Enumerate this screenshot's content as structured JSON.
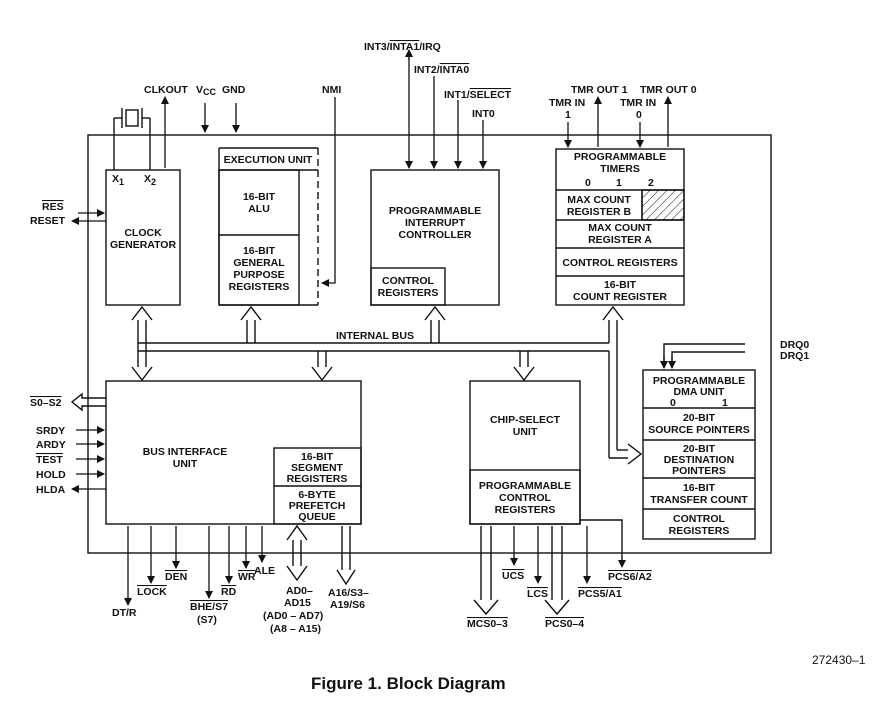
{
  "caption": "Figure 1. Block Diagram",
  "figure_number": "272430–1",
  "pins_top": {
    "clkout": "CLKOUT",
    "vcc": "V",
    "vcc_sub": "CC",
    "gnd": "GND",
    "nmi": "NMI",
    "int3": "INT3/",
    "int3_bar": "INTA1",
    "int3_tail": "/IRQ",
    "int2": "INT2/",
    "int2_bar": "INTA0",
    "int1": "INT1/",
    "int1_bar": "SELECT",
    "int0": "INT0",
    "tmr_out1": "TMR OUT 1",
    "tmr_out0": "TMR OUT 0",
    "tmr_in": "TMR IN",
    "tmr_in_a": "1",
    "tmr_in_b": "0"
  },
  "pins_left": {
    "res": "RES",
    "reset": "RESET",
    "s0s2": "S0–S2",
    "srdy": "SRDY",
    "ardy": "ARDY",
    "test": "TEST",
    "hold": "HOLD",
    "hlda": "HLDA"
  },
  "pins_right": {
    "drq0": "DRQ0",
    "drq1": "DRQ1"
  },
  "pins_bottom": {
    "dtr": "DT/R",
    "lock": "LOCK",
    "den": "DEN",
    "bhe": "BHE/S7",
    "bhe2": "(S7)",
    "rd": "RD",
    "wr": "WR",
    "ale": "ALE",
    "ad1": "AD0–",
    "ad2": "AD15",
    "ad3": "(AD0 – AD7)",
    "ad4": "(A8 – A15)",
    "a1": "A16/S3–",
    "a2": "A19/S6",
    "mcs": "MCS0–3",
    "ucs": "UCS",
    "lcs": "LCS",
    "pcs04": "PCS0–4",
    "pcs5": "PCS5/A1",
    "pcs6": "PCS6/A2"
  },
  "clock": {
    "x1": "X",
    "x1_sub": "1",
    "x2": "X",
    "x2_sub": "2",
    "line1": "CLOCK",
    "line2": "GENERATOR"
  },
  "exec": {
    "title": "EXECUTION UNIT",
    "alu1": "16-BIT",
    "alu2": "ALU",
    "gp1": "16-BIT",
    "gp2": "GENERAL",
    "gp3": "PURPOSE",
    "gp4": "REGISTERS"
  },
  "pic": {
    "l1": "PROGRAMMABLE",
    "l2": "INTERRUPT",
    "l3": "CONTROLLER",
    "c1": "CONTROL",
    "c2": "REGISTERS"
  },
  "timers": {
    "l1": "PROGRAMMABLE",
    "l2": "TIMERS",
    "n0": "0",
    "n1": "1",
    "n2": "2",
    "mcb1": "MAX COUNT",
    "mcb2": "REGISTER B",
    "mca1": "MAX COUNT",
    "mca2": "REGISTER A",
    "ctrl": "CONTROL REGISTERS",
    "cnt1": "16-BIT",
    "cnt2": "COUNT REGISTER"
  },
  "internal_bus": "INTERNAL BUS",
  "biu": {
    "l1": "BUS INTERFACE",
    "l2": "UNIT",
    "seg1": "16-BIT",
    "seg2": "SEGMENT",
    "seg3": "REGISTERS",
    "pq1": "6-BYTE",
    "pq2": "PREFETCH",
    "pq3": "QUEUE"
  },
  "csu": {
    "l1": "CHIP-SELECT",
    "l2": "UNIT",
    "p1": "PROGRAMMABLE",
    "p2": "CONTROL",
    "p3": "REGISTERS"
  },
  "dma": {
    "l1": "PROGRAMMABLE",
    "l2": "DMA UNIT",
    "n0": "0",
    "n1": "1",
    "s1": "20-BIT",
    "s2": "SOURCE POINTERS",
    "d1": "20-BIT",
    "d2": "DESTINATION",
    "d3": "POINTERS",
    "t1": "16-BIT",
    "t2": "TRANSFER COUNT",
    "c1": "CONTROL",
    "c2": "REGISTERS"
  }
}
